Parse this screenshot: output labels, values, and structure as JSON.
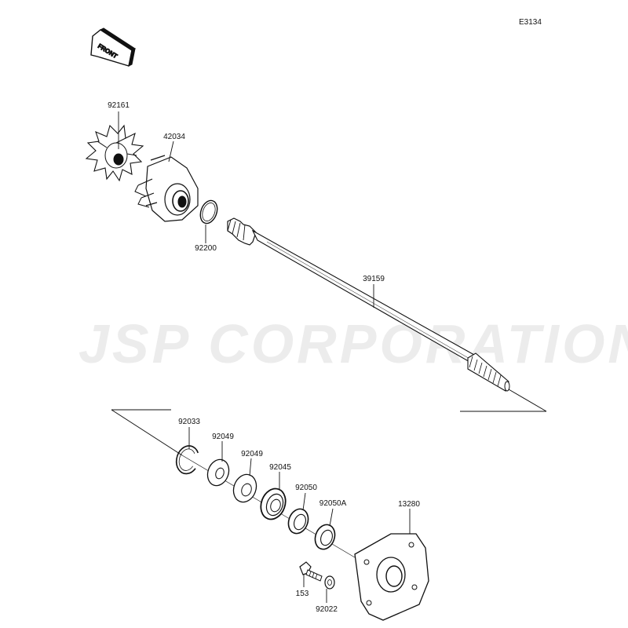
{
  "diagram_ref": "E3134",
  "front_label": "FRONT",
  "watermark": "JSP CORPORATION",
  "parts": {
    "p92161": "92161",
    "p42034": "42034",
    "p92200": "92200",
    "p39159": "39159",
    "p92033": "92033",
    "p92049a": "92049",
    "p92049b": "92049",
    "p92045": "92045",
    "p92050": "92050",
    "p92050A": "92050A",
    "p13280": "13280",
    "p153": "153",
    "p92022": "92022"
  }
}
